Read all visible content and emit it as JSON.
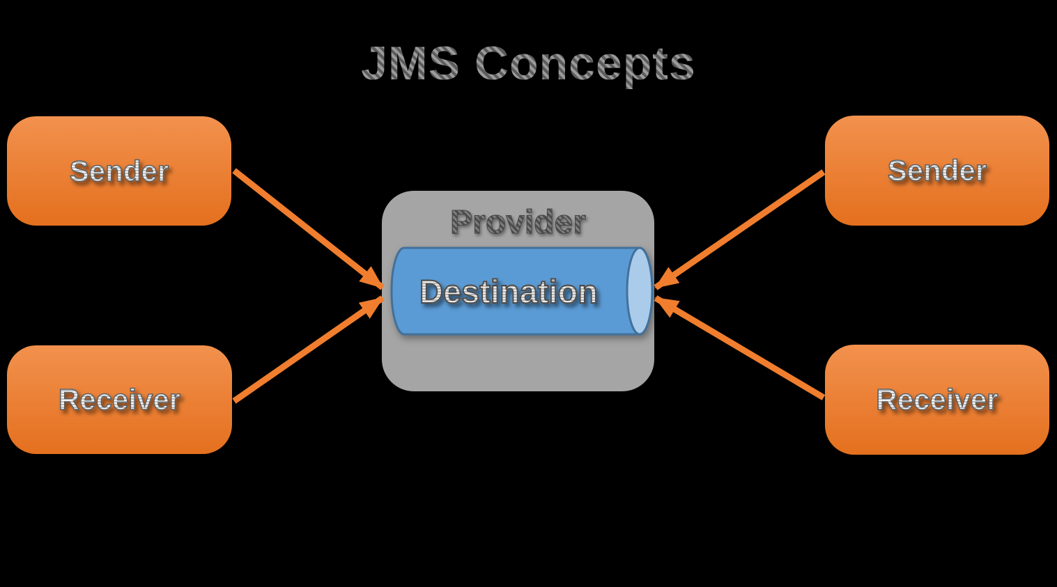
{
  "title": "JMS Concepts",
  "nodes": {
    "sender_left": {
      "label": "Sender"
    },
    "receiver_left": {
      "label": "Receiver"
    },
    "sender_right": {
      "label": "Sender"
    },
    "receiver_right": {
      "label": "Receiver"
    },
    "provider": {
      "label": "Provider"
    },
    "destination": {
      "label": "Destination"
    }
  },
  "connections": [
    {
      "from": "sender-left",
      "to": "destination",
      "direction": "into-destination"
    },
    {
      "from": "receiver-left",
      "to": "destination",
      "direction": "into-destination"
    },
    {
      "from": "sender-right",
      "to": "destination",
      "direction": "into-destination"
    },
    {
      "from": "receiver-right",
      "to": "destination",
      "direction": "into-destination"
    }
  ],
  "colors": {
    "background": "#000000",
    "node_orange_top": "#F2914E",
    "node_orange_bottom": "#E4701E",
    "provider_gray": "#A5A5A5",
    "cylinder_blue": "#5B9BD5",
    "cylinder_cap_blue": "#ABCBEA",
    "cylinder_outline": "#41719C",
    "arrow_orange": "#F07E2E",
    "title_gray": "#808080"
  }
}
